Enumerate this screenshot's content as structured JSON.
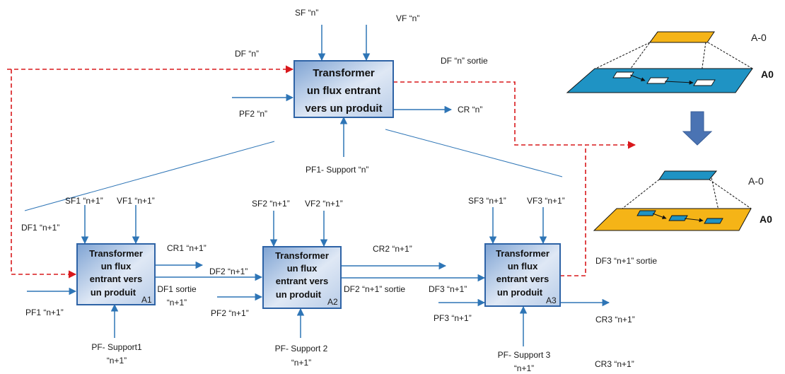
{
  "colors": {
    "arrow_blue": "#2e75b6",
    "dashed_red": "#d9181c",
    "box_fill_light": "#dfe8f5",
    "box_fill_dark": "#7ea3d3",
    "box_border": "#2e63a6",
    "pyramid_blue": "#1f93c4",
    "pyramid_yellow": "#f5b417",
    "down_arrow": "#4a73b3"
  },
  "top": {
    "box_lines": [
      "Transformer",
      "un flux entrant",
      "vers un produit"
    ],
    "sf": "SF “n”",
    "vf": "VF “n”",
    "df_in": "DF “n”",
    "df_out": "DF “n” sortie",
    "pf2": "PF2 “n”",
    "cr": "CR “n”",
    "pf1": "PF1- Support “n”"
  },
  "a1": {
    "box_lines": [
      "Transformer",
      "un flux",
      "entrant vers",
      "un produit"
    ],
    "id": "A1",
    "sf": "SF1 “n+1”",
    "vf": "VF1 “n+1”",
    "df_in": "DF1 “n+1”",
    "cr": "CR1 “n+1”",
    "pf": "PF1 “n+1”",
    "support_line1": "PF- Support1",
    "support_line2": "“n+1”",
    "df_out_line1": "DF1 sortie",
    "df_out_line2": "“n+1”"
  },
  "a2": {
    "box_lines": [
      "Transformer",
      "un flux",
      "entrant vers",
      "un produit"
    ],
    "id": "A2",
    "sf": "SF2 “n+1”",
    "vf": "VF2 “n+1”",
    "df_in": "DF2 “n+1”",
    "cr": "CR2 “n+1”",
    "pf": "PF2 “n+1”",
    "support_line1": "PF- Support 2",
    "support_line2": "“n+1”",
    "df_out": "DF2 “n+1” sortie"
  },
  "a3": {
    "box_lines": [
      "Transformer",
      "un flux",
      "entrant vers",
      "un produit"
    ],
    "id": "A3",
    "sf": "SF3 “n+1”",
    "vf": "VF3 “n+1”",
    "df_in": "DF3 “n+1”",
    "pf": "PF3 “n+1”",
    "cr": "CR3 “n+1”",
    "cr_dup": "CR3 “n+1”",
    "support_line1": "PF- Support 3",
    "support_line2": "“n+1”",
    "df_out": "DF3 “n+1” sortie"
  },
  "pyramid": {
    "top_level": "A-0",
    "base_level": "A0",
    "top_level_2": "A-0",
    "base_level_2": "A0"
  }
}
